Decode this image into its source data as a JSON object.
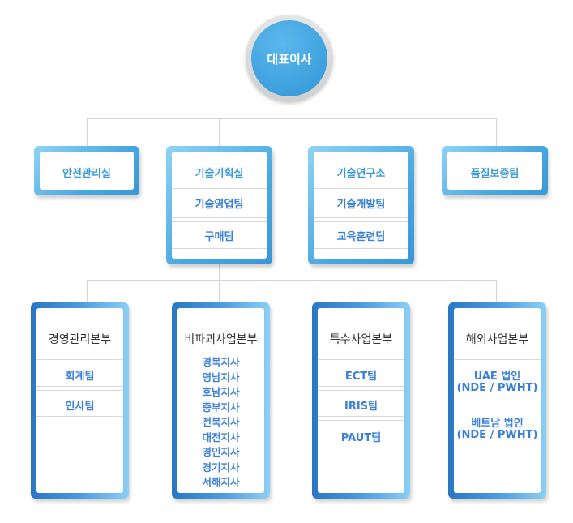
{
  "ceo": "대표이사",
  "tier2": [
    {
      "items": [
        "안전관리실"
      ]
    },
    {
      "items": [
        "기술기획실",
        "기술영업팀",
        "구매팀"
      ]
    },
    {
      "items": [
        "기술연구소",
        "기술개발팀",
        "교육훈련팀"
      ]
    },
    {
      "items": [
        "품질보증팀"
      ]
    }
  ],
  "divisions": [
    {
      "title": "경영관리본부",
      "items": [
        "회계팀",
        "인사팀"
      ]
    },
    {
      "title": "비파괴사업본부",
      "branches": [
        "경북지사",
        "영남지사",
        "호남지사",
        "중부지사",
        "전북지사",
        "대전지사",
        "경인지사",
        "경기지사",
        "서해지사"
      ]
    },
    {
      "title": "특수사업본부",
      "items": [
        "ECT팀",
        "IRIS팀",
        "PAUT팀"
      ]
    },
    {
      "title": "해외사업본부",
      "items": [
        [
          "UAE 법인",
          "(NDE / PWHT)"
        ],
        [
          "베트남 법인",
          "(NDE / PWHT)"
        ]
      ]
    }
  ]
}
